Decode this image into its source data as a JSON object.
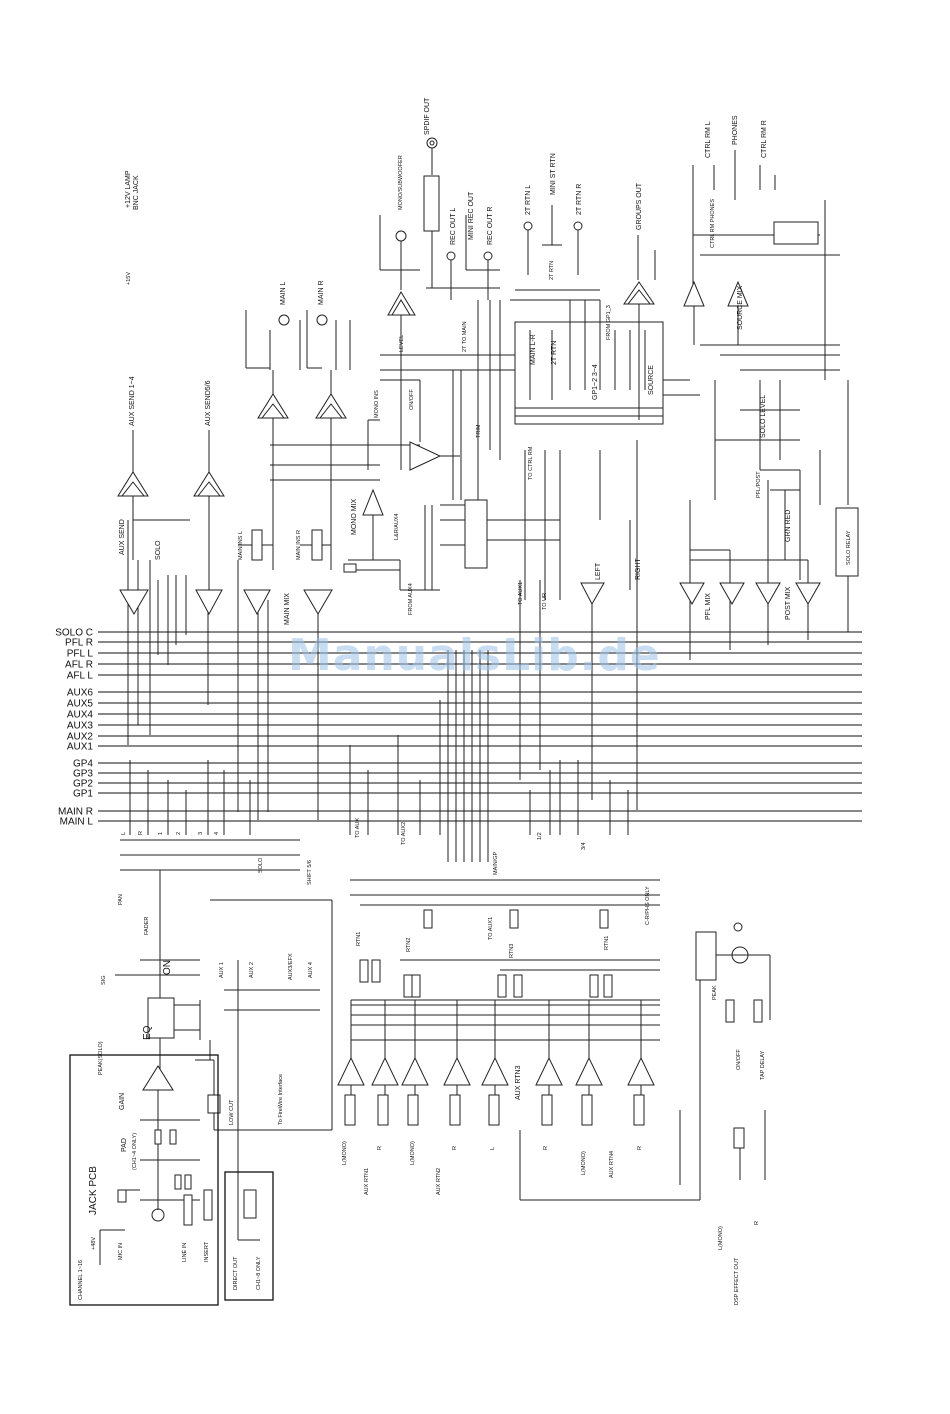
{
  "watermark": "ManualsLib.de",
  "buses": [
    "SOLO C",
    "PFL R",
    "PFL L",
    "AFL R",
    "AFL L",
    "AUX6",
    "AUX5",
    "AUX4",
    "AUX3",
    "AUX2",
    "AUX1",
    "GP4",
    "GP3",
    "GP2",
    "GP1",
    "MAIN R",
    "MAIN L"
  ],
  "rotated_labels": [
    "+12V LAMP",
    "BNC JACK",
    "SPDIF OUT",
    "MONO/SUBWOOFER",
    "REC OUT L",
    "MINI REC OUT",
    "REC OUT R",
    "2T RTN L",
    "MINI ST RTN",
    "2T RTN R",
    "GROUPS OUT",
    "CTRL RM L",
    "PHONES",
    "CTRL RM R",
    "MAIN L",
    "MAIN R",
    "AUX SEND 1~4",
    "AUX SEND5/6",
    "LEVEL",
    "ON/OFF",
    "MONO INS",
    "2T TO MAIN",
    "TRIM",
    "MAIN L-R",
    "2T RTN",
    "GP1~2 3~4",
    "SOURCE",
    "FROM GP1_3",
    "2T RTN",
    "SOURCE MIX",
    "CTRL RM PHONES",
    "SOLO LEVEL",
    "PFL/POST",
    "GRN RED",
    "SOLO RELAY",
    "TO CTRL RM",
    "AUX SEND",
    "SOLO",
    "MAIN INS L",
    "MAIN INS R",
    "MONO MIX",
    "L&R/AUX4",
    "FROM AUX4",
    "MAIN MIX",
    "TO AUX1",
    "TO UR",
    "LEFT",
    "RIGHT",
    "PFL MIX",
    "POST MIX",
    "PAN",
    "FADER",
    "ON",
    "AUX 1",
    "AUX 2",
    "AUX3/EFX",
    "AUX 4",
    "SHIFT 5/6",
    "SOLO",
    "TO AUX",
    "TO AUX2",
    "RTN1",
    "RTN2",
    "RTN3",
    "RTN1",
    "TO AUX1",
    "MAIN/GP",
    "C-R/PHS ONLY",
    "EQ",
    "GAIN",
    "PEAK(SOLO)",
    "PAD",
    "(CH1~4 ONLY)",
    "MIC IN",
    "LINE IN",
    "INSERT",
    "LOW CUT",
    "To FireWire Interface",
    "DIRECT OUT",
    "CH1~8 ONLY",
    "JACK PCB",
    "CHANNEL 1~16",
    "+48V",
    "L(MONO)",
    "AUX RTN1",
    "R",
    "L(MONO)",
    "AUX RTN2",
    "R",
    "L",
    "AUX RTN3",
    "R",
    "L(MONO)",
    "AUX RTN4",
    "R",
    "PEAK",
    "ON/OFF",
    "TAP DELAY",
    "DSP EFFECT OUT",
    "L(MONO)",
    "R"
  ],
  "channel_buttons": [
    "L",
    "R",
    "1",
    "2",
    "3",
    "4"
  ],
  "misc_labels": [
    "1/2",
    "3/4",
    "+15V",
    "SIG"
  ]
}
